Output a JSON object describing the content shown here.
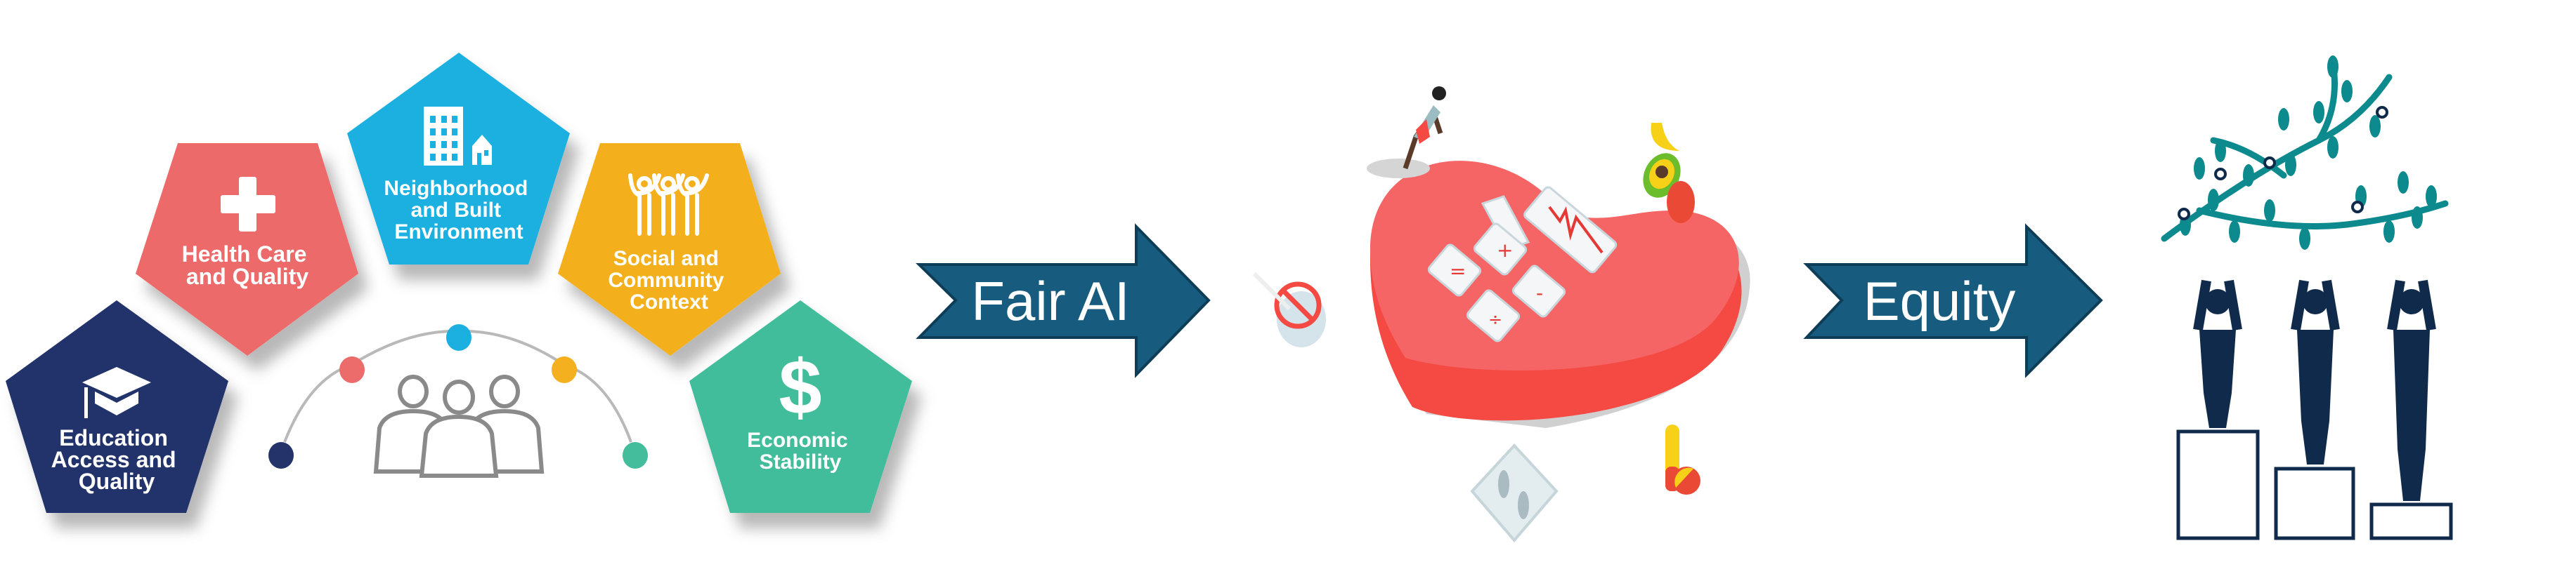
{
  "determinants": [
    {
      "label_lines": [
        "Education",
        "Access and",
        "Quality"
      ],
      "icon": "graduation-cap-icon",
      "color": "#24336a"
    },
    {
      "label_lines": [
        "Health Care",
        "and Quality"
      ],
      "icon": "medical-cross-icon",
      "color": "#ec6b6b"
    },
    {
      "label_lines": [
        "Neighborhood",
        "and Built",
        "Environment"
      ],
      "icon": "building-house-icon",
      "color": "#1cb0e0"
    },
    {
      "label_lines": [
        "Social and",
        "Community",
        "Context"
      ],
      "icon": "people-raising-hands-icon",
      "color": "#f4b01e"
    },
    {
      "label_lines": [
        "Economic",
        "Stability"
      ],
      "icon": "dollar-sign-icon",
      "color": "#43bd9b"
    }
  ],
  "arrows": {
    "fair_ai": "Fair AI",
    "equity": "Equity",
    "color": "#175b7e"
  },
  "illustrations": {
    "center": "heart-calculator-icon",
    "equity": "tree-and-people-on-boxes-icon"
  }
}
